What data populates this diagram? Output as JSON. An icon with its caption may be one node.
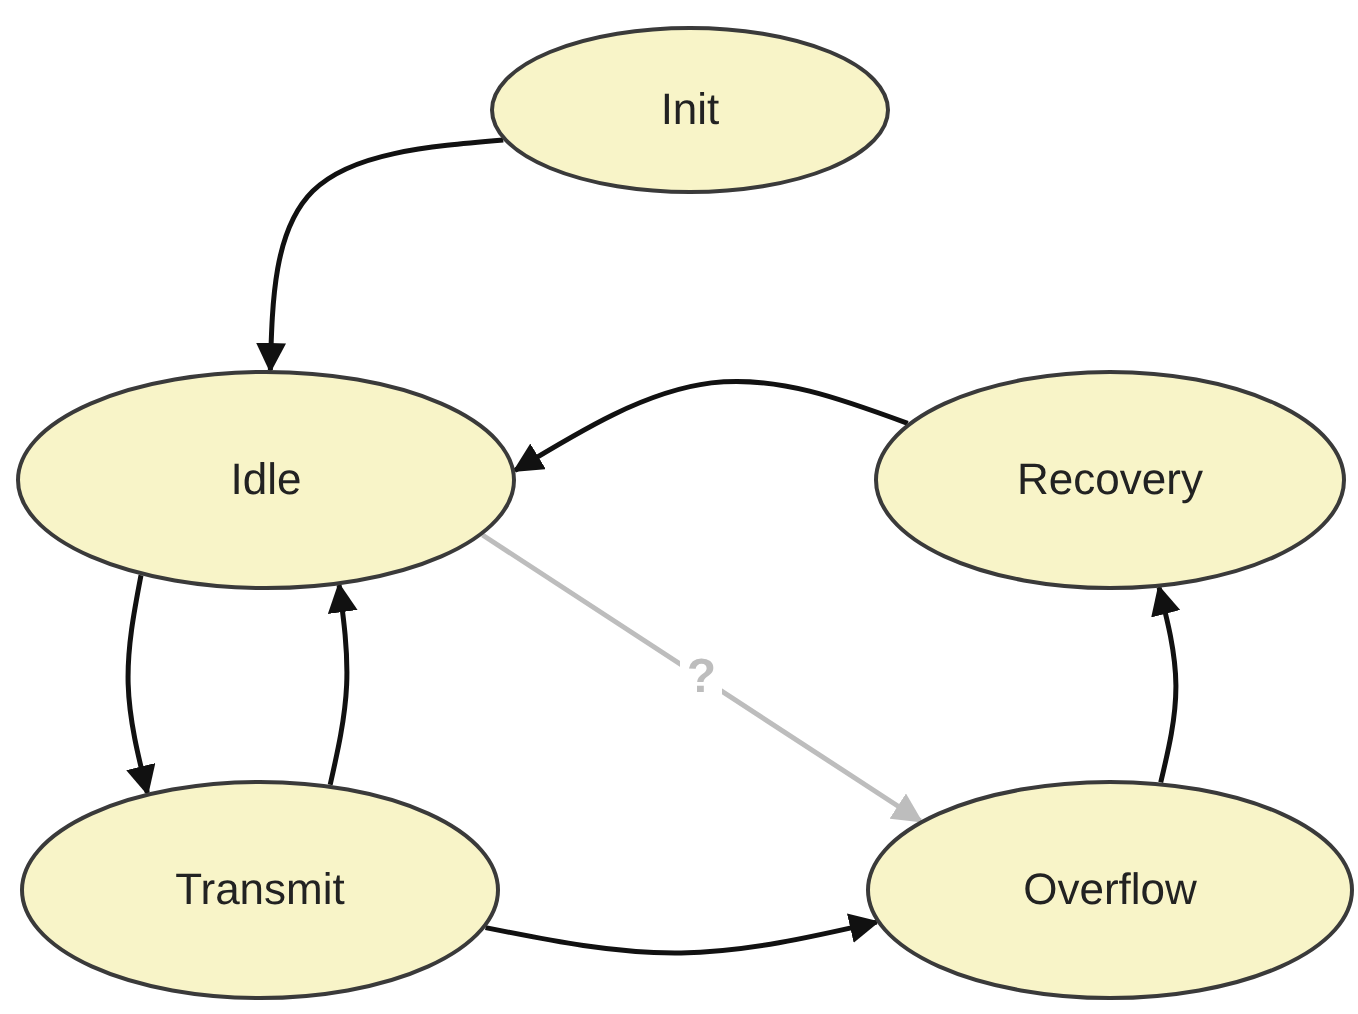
{
  "diagram": {
    "nodes": [
      {
        "text": [
          "Init"
        ]
      },
      {
        "text": [
          "Idle"
        ]
      },
      {
        "text": [
          "Recovery"
        ]
      },
      {
        "text": [
          "Transmit"
        ]
      },
      {
        "text": [
          "Overflow"
        ]
      }
    ],
    "edges": [
      {
        "from": 0,
        "to": 1,
        "arrow": "to"
      },
      {
        "from": 2,
        "to": 1,
        "arrow": "to"
      },
      {
        "from": 1,
        "to": 3,
        "arrow": "to"
      },
      {
        "from": 3,
        "to": 1,
        "arrow": "to"
      },
      {
        "from": 3,
        "to": 4,
        "arrow": "to"
      },
      {
        "from": 4,
        "to": 2,
        "arrow": "to"
      },
      {
        "from": 1,
        "to": 4,
        "arrow": "to",
        "label": "?",
        "color": "#bdbdbd"
      }
    ]
  }
}
